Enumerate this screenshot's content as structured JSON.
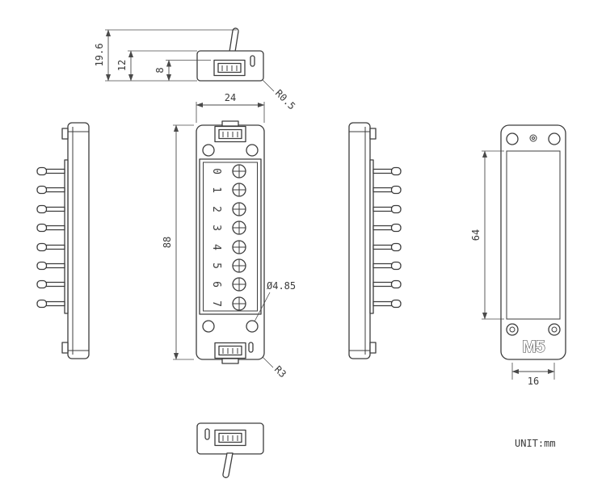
{
  "unit_note": "UNIT:mm",
  "logo": "M5",
  "dims": {
    "total_height_with_switch": "19.6",
    "body_thickness": "12",
    "connector_height": "8",
    "body_width": "24",
    "body_height": "88",
    "hole_diameter": "Ø4.85",
    "fillet_small": "R0.5",
    "fillet_corner": "R3",
    "back_panel_height": "64",
    "hole_spacing": "16"
  },
  "terminals": [
    "0",
    "1",
    "2",
    "3",
    "4",
    "5",
    "6",
    "7"
  ],
  "colors": {
    "line": "#3c3c3c",
    "dimension": "#4a4a4a",
    "background": "#ffffff"
  }
}
